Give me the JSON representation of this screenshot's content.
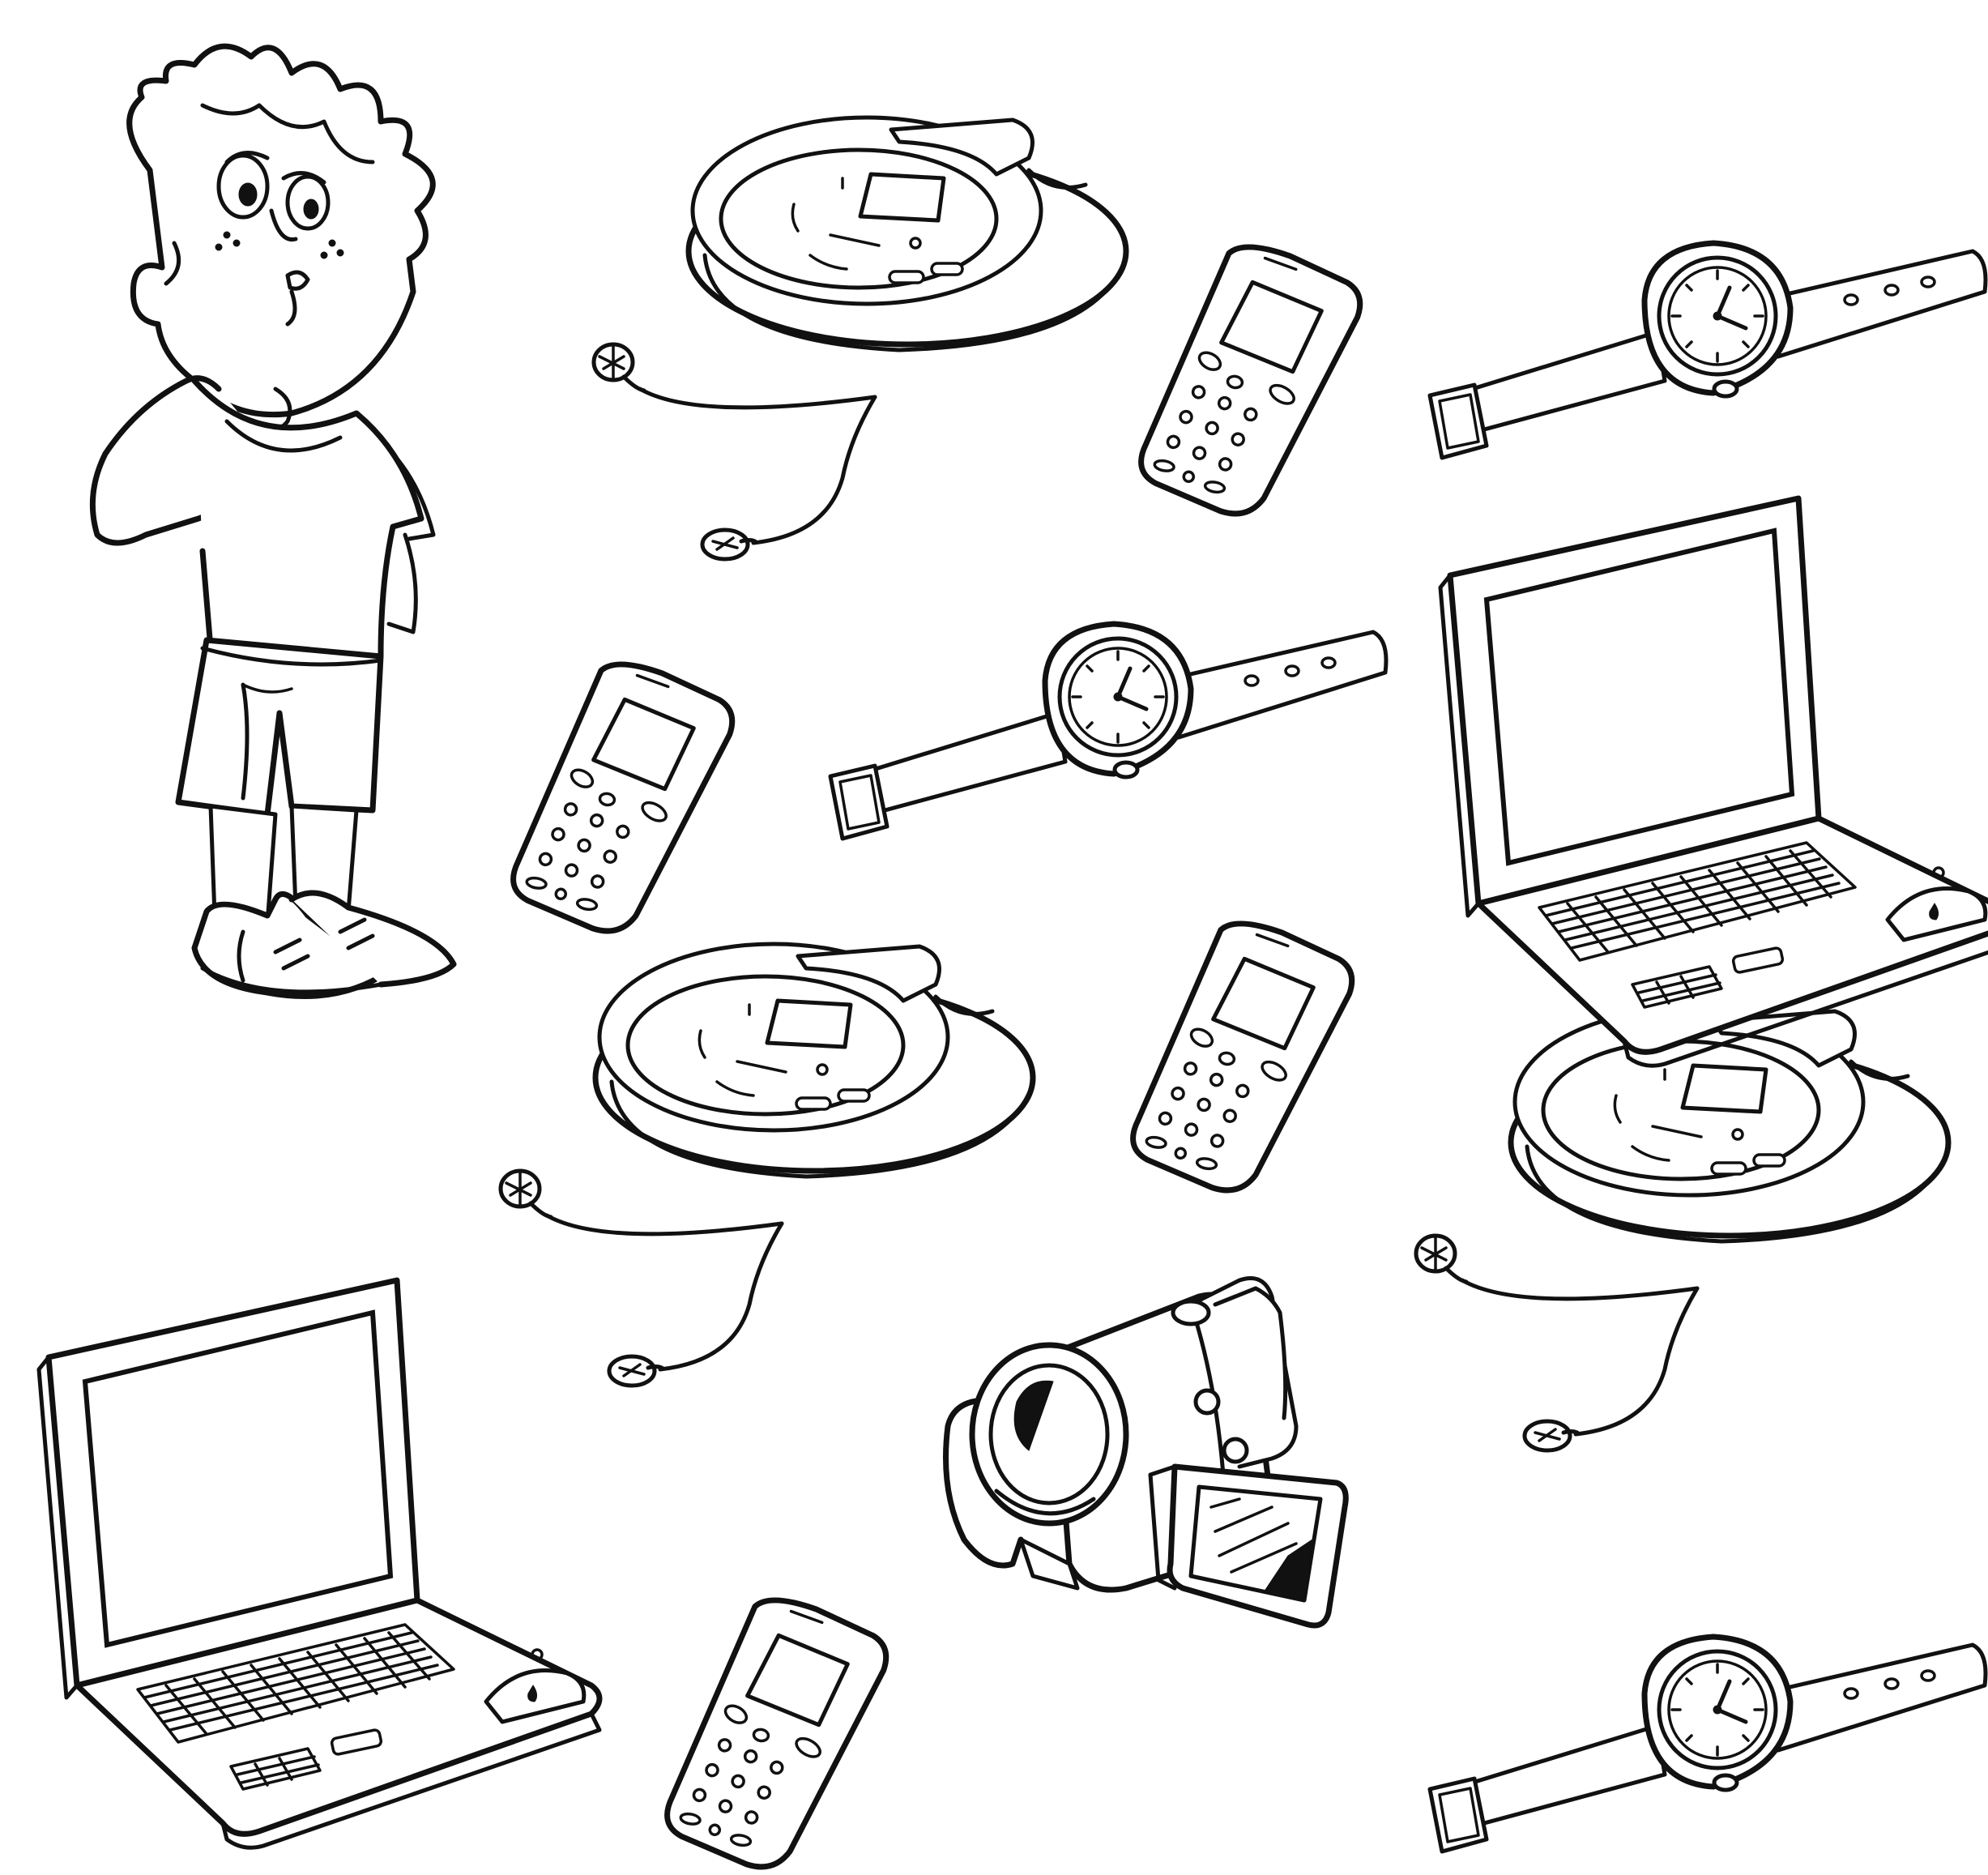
{
  "illustration": {
    "background": "#ffffff",
    "line_color": "#111111",
    "items": [
      {
        "kind": "boy",
        "icon": "boy-figure"
      },
      {
        "kind": "cd-player",
        "icon": "cd-player-icon",
        "count": 3
      },
      {
        "kind": "mobile-phone",
        "icon": "mobile-phone-icon",
        "count": 4
      },
      {
        "kind": "wristwatch",
        "icon": "wristwatch-icon",
        "count": 3
      },
      {
        "kind": "laptop",
        "icon": "laptop-icon",
        "count": 2
      },
      {
        "kind": "camcorder",
        "icon": "camcorder-icon",
        "count": 1
      }
    ]
  }
}
